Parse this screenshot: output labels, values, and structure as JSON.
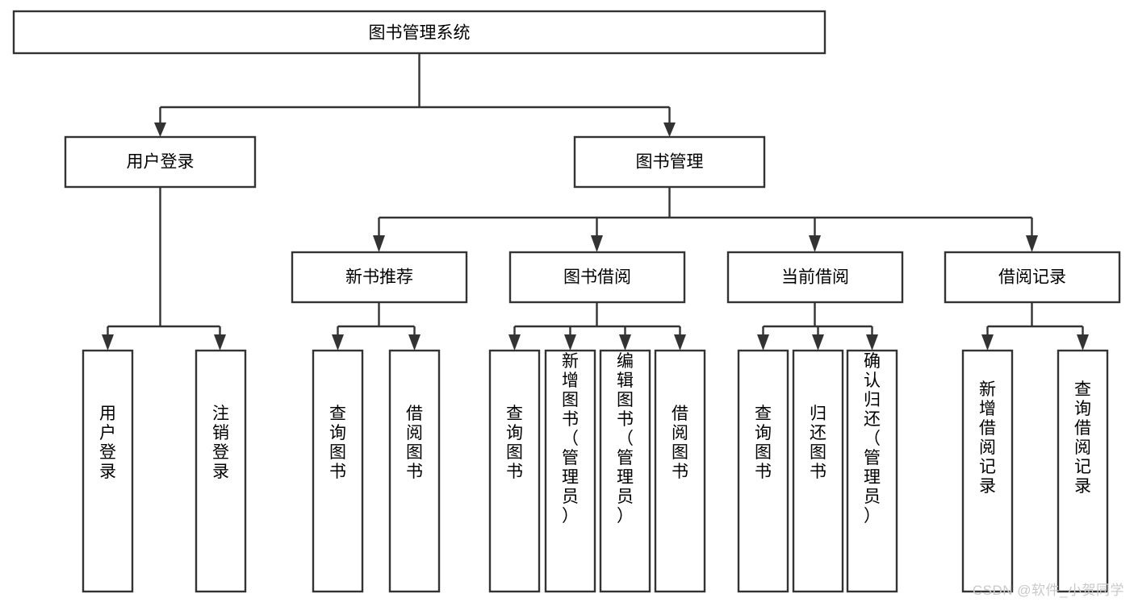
{
  "diagram": {
    "type": "tree",
    "title": "图书管理系统",
    "watermark": "CSDN @软件_小贺同学",
    "colors": {
      "box_fill": "#ffffff",
      "box_stroke": "#333333",
      "text": "#000000",
      "watermark": "#c9c9c9",
      "background": "#ffffff"
    },
    "nodes": {
      "root": {
        "label": "图书管理系统"
      },
      "level2": [
        {
          "label": "用户登录"
        },
        {
          "label": "图书管理"
        }
      ],
      "level3": [
        {
          "label": "新书推荐"
        },
        {
          "label": "图书借阅"
        },
        {
          "label": "当前借阅"
        },
        {
          "label": "借阅记录"
        }
      ],
      "leaves": {
        "user_login": [
          {
            "label": "用户登录"
          },
          {
            "label": "注销登录"
          }
        ],
        "new_book": [
          {
            "label": "查询图书"
          },
          {
            "label": "借阅图书"
          }
        ],
        "book_borrow": [
          {
            "label": "查询图书"
          },
          {
            "label": "新增图书（管理员）"
          },
          {
            "label": "编辑图书（管理员）"
          },
          {
            "label": "借阅图书"
          }
        ],
        "current_borrow": [
          {
            "label": "查询图书"
          },
          {
            "label": "归还图书"
          },
          {
            "label": "确认归还（管理员）"
          }
        ],
        "borrow_record": [
          {
            "label": "新增借阅记录"
          },
          {
            "label": "查询借阅记录"
          }
        ]
      }
    }
  }
}
